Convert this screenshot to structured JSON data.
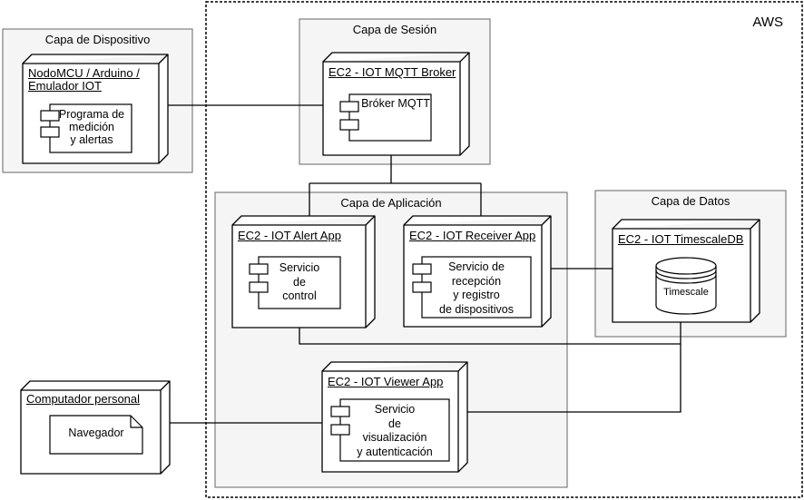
{
  "aws_group": {
    "label": "AWS"
  },
  "layers": {
    "device": {
      "title": "Capa de Dispositivo"
    },
    "session": {
      "title": "Capa de Sesión"
    },
    "application": {
      "title": "Capa de Aplicación"
    },
    "data": {
      "title": "Capa de Datos"
    }
  },
  "nodes": {
    "device": {
      "title_lines": [
        "NodoMCU / Arduino /",
        "Emulador IOT"
      ],
      "component": {
        "label_lines": [
          "Programa de",
          "medición",
          "y alertas"
        ]
      }
    },
    "mqtt_broker": {
      "title_lines": [
        "EC2 - IOT MQTT Broker"
      ],
      "component": {
        "label_lines": [
          "Bróker MQTT"
        ]
      }
    },
    "alert_app": {
      "title_lines": [
        "EC2 - IOT Alert App"
      ],
      "component": {
        "label_lines": [
          "Servicio",
          "de",
          "control"
        ]
      }
    },
    "receiver_app": {
      "title_lines": [
        "EC2 - IOT Receiver App"
      ],
      "component": {
        "label_lines": [
          "Servicio de",
          "recepción",
          "y registro",
          "de dispositivos"
        ]
      }
    },
    "timescale_db": {
      "title_lines": [
        "EC2 - IOT TimescaleDB"
      ],
      "database_label": "Timescale"
    },
    "viewer_app": {
      "title_lines": [
        "EC2 - IOT Viewer App"
      ],
      "component": {
        "label_lines": [
          "Servicio",
          "de",
          "visualización",
          "y autenticación"
        ]
      }
    },
    "personal_computer": {
      "title_lines": [
        "Computador personal"
      ],
      "artifact_label": "Navegador"
    }
  },
  "colors": {
    "layer_fill": "#f5f5f5",
    "layer_border": "#666666",
    "shape_fill": "#ffffff",
    "shape_border": "#000000",
    "connector": "#000000",
    "text": "#000000",
    "background": "#ffffff"
  }
}
